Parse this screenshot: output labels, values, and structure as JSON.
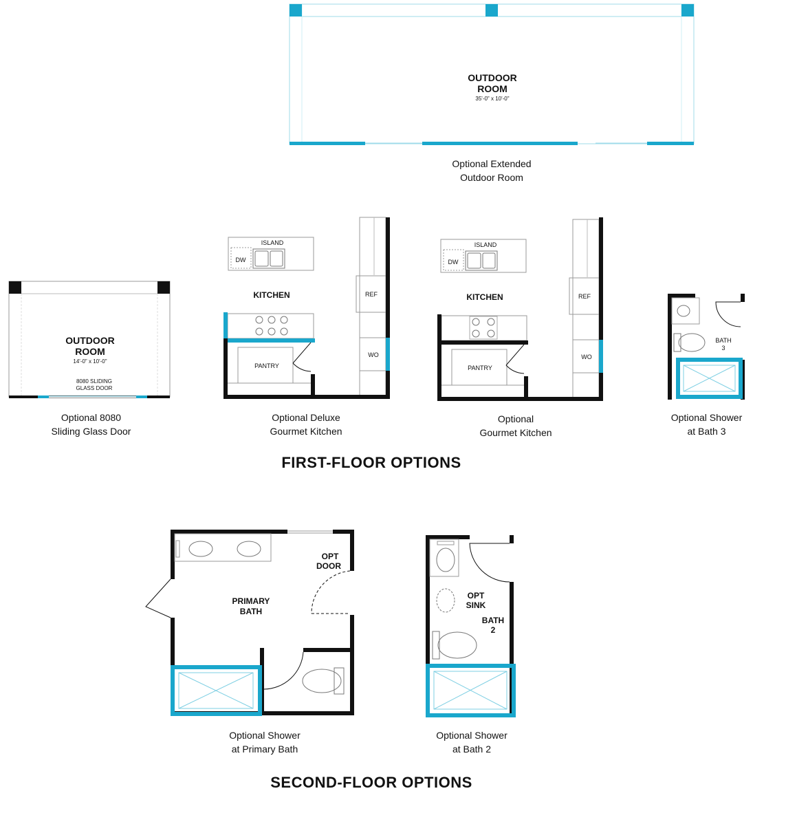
{
  "colors": {
    "wall": "#111111",
    "accent": "#1aa7cc",
    "thin": "#888888",
    "glass": "#7ecfe3"
  },
  "extended_outdoor": {
    "room_label_1": "OUTDOOR",
    "room_label_2": "ROOM",
    "dimension": "35'-0\" x 10'-0\"",
    "caption_1": "Optional Extended",
    "caption_2": "Outdoor Room"
  },
  "sliding_door": {
    "room_label_1": "OUTDOOR",
    "room_label_2": "ROOM",
    "dimension": "14'-0\" x 10'-0\"",
    "door_label_1": "8080 SLIDING",
    "door_label_2": "GLASS DOOR",
    "caption_1": "Optional 8080",
    "caption_2": "Sliding Glass Door"
  },
  "deluxe_kitchen": {
    "island": "ISLAND",
    "dw": "DW",
    "kitchen": "KITCHEN",
    "ref": "REF",
    "pantry": "PANTRY",
    "wo": "WO",
    "caption_1": "Optional Deluxe",
    "caption_2": "Gourmet Kitchen"
  },
  "gourmet_kitchen": {
    "island": "ISLAND",
    "dw": "DW",
    "kitchen": "KITCHEN",
    "ref": "REF",
    "pantry": "PANTRY",
    "wo": "WO",
    "caption_1": "Optional",
    "caption_2": "Gourmet Kitchen"
  },
  "bath3": {
    "label_1": "BATH",
    "label_2": "3",
    "caption_1": "Optional Shower",
    "caption_2": "at Bath 3"
  },
  "first_floor_heading": "FIRST-FLOOR OPTIONS",
  "primary_bath": {
    "opt_door_1": "OPT",
    "opt_door_2": "DOOR",
    "label_1": "PRIMARY",
    "label_2": "BATH",
    "caption_1": "Optional Shower",
    "caption_2": "at Primary Bath"
  },
  "bath2": {
    "opt_sink_1": "OPT",
    "opt_sink_2": "SINK",
    "label_1": "BATH",
    "label_2": "2",
    "caption_1": "Optional Shower",
    "caption_2": "at Bath 2"
  },
  "second_floor_heading": "SECOND-FLOOR OPTIONS"
}
